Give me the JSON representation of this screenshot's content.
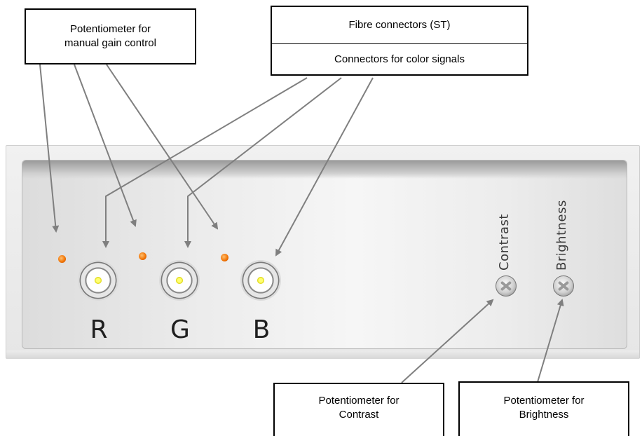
{
  "callouts": {
    "manual_gain": [
      "Potentiometer for",
      "manual gain control"
    ],
    "fibre_connectors": "Fibre connectors (ST)",
    "color_signals": "Connectors for color signals",
    "contrast_pot": [
      "Potentiometer for",
      "Contrast"
    ],
    "brightness_pot": [
      "Potentiometer for",
      "Brightness"
    ]
  },
  "panel": {
    "connector_letters": [
      "R",
      "G",
      "B"
    ],
    "contrast_label": "Contrast",
    "brightness_label": "Brightness"
  },
  "colors": {
    "arrow": "#7f7f7f",
    "led": "#f07000",
    "connector_pin": "#ffff40"
  }
}
